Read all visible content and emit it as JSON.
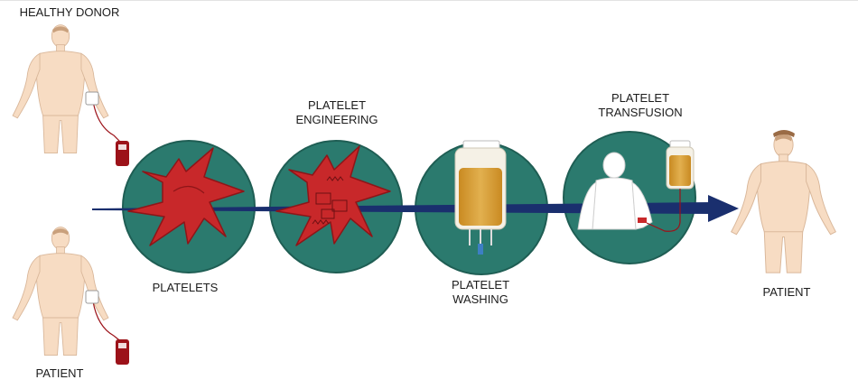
{
  "labels": {
    "healthy_donor": "HEALTHY DONOR",
    "patient_left": "PATIENT",
    "platelets": "PLATELETS",
    "platelet_engineering": [
      "PLATELET",
      "ENGINEERING"
    ],
    "platelet_washing": [
      "PLATELET",
      "WASHING"
    ],
    "platelet_transfusion": [
      "PLATELET",
      "TRANSFUSION"
    ],
    "patient_right": "PATIENT"
  },
  "colors": {
    "circle": "#2b7a6e",
    "circle_stroke": "#1f5e54",
    "arrow": "#1a2f6e",
    "platelet": "#c8282a",
    "platelet_dark": "#8e1518",
    "skin": "#f7dcc3",
    "skin_stroke": "#d9b79a",
    "bag_fluid": "#d9a23a",
    "blood": "#9c1219"
  }
}
